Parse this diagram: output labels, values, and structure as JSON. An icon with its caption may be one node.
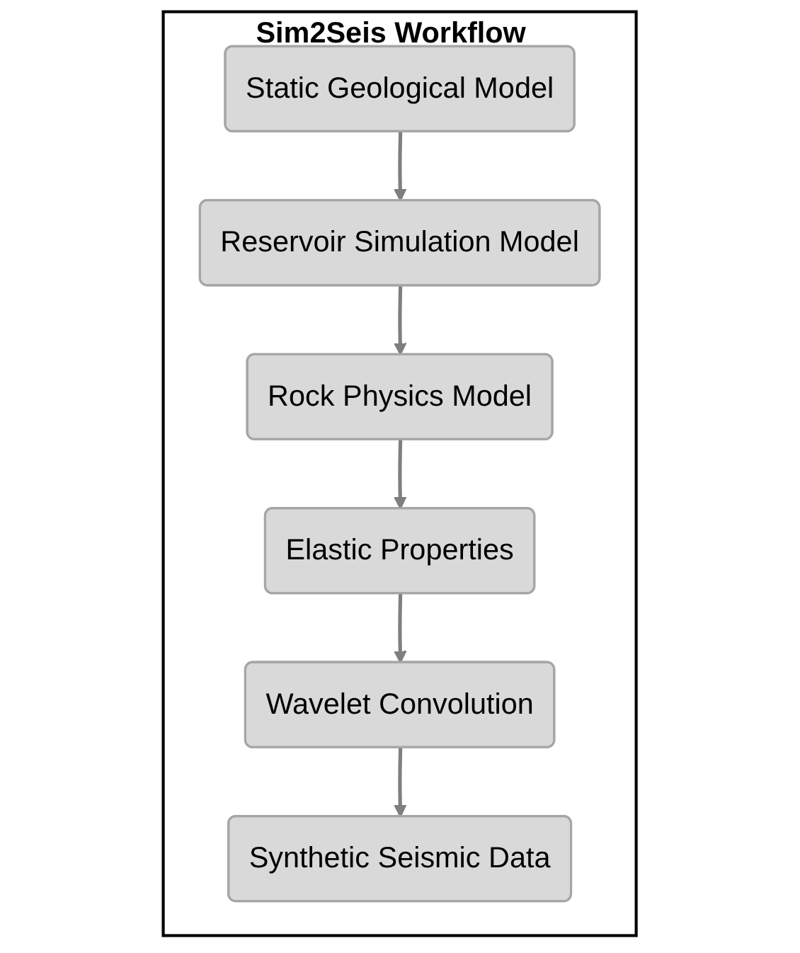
{
  "diagram": {
    "nodes": [
      {
        "text": [
          "Sim2Seis Workflow"
        ]
      },
      {
        "text": [
          "Static Geological Model"
        ],
        "in": 0
      },
      {
        "text": [
          "Reservoir Simulation Model"
        ],
        "in": 0
      },
      {
        "text": [
          "Rock Physics Model"
        ],
        "in": 0
      },
      {
        "text": [
          "Elastic Properties"
        ],
        "in": 0
      },
      {
        "text": [
          "Wavelet Convolution"
        ],
        "in": 0
      },
      {
        "text": [
          "Synthetic Seismic Data"
        ],
        "in": 0
      }
    ],
    "edges": [
      {
        "from": 1,
        "to": 2,
        "arrow": "to"
      },
      {
        "from": 2,
        "to": 3,
        "arrow": "to"
      },
      {
        "from": 3,
        "to": 4,
        "arrow": "to"
      },
      {
        "from": 4,
        "to": 5,
        "arrow": "to"
      },
      {
        "from": 5,
        "to": 6,
        "arrow": "to"
      }
    ]
  }
}
